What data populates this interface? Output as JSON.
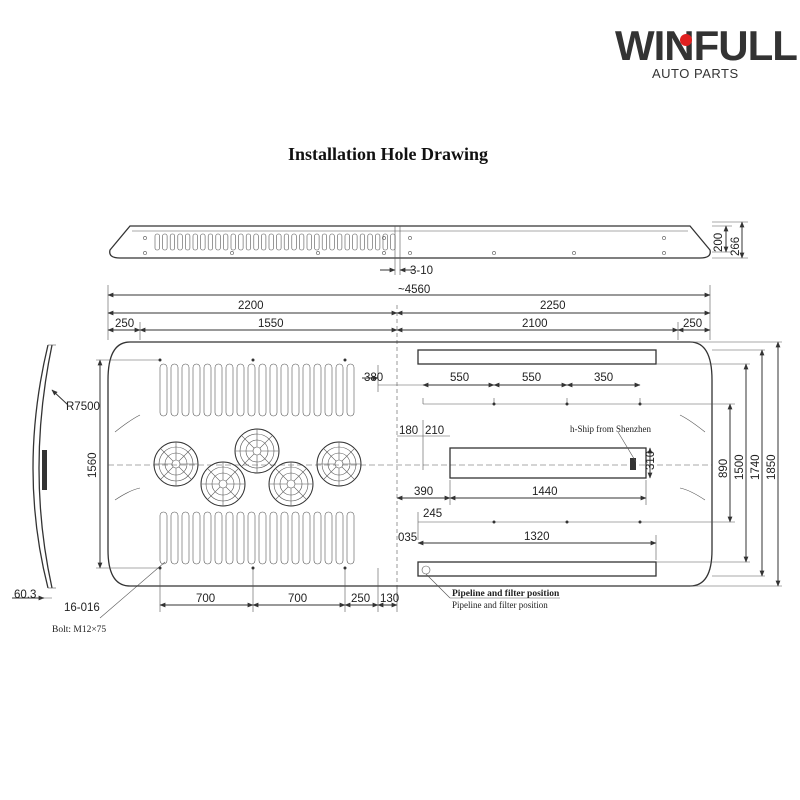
{
  "brand": {
    "logo_text": "WINFULL",
    "tagline": "AUTO PARTS",
    "accent_color": "#e02020"
  },
  "title": "Installation Hole Drawing",
  "dimensions": {
    "top_height_a": "200",
    "top_height_b": "266",
    "gap": "3-10",
    "overall_length": "~4560",
    "left_half": "2200",
    "right_half": "2250",
    "left_margin": "250",
    "left_span": "1550",
    "right_span": "2100",
    "right_margin": "250",
    "gap_380": "380",
    "hole_550_a": "550",
    "hole_550_b": "550",
    "hole_350": "350",
    "radius": "R7500",
    "width_1560": "1560",
    "off_180": "180",
    "off_210": "210",
    "slot_310": "310",
    "off_390": "390",
    "slot_1440": "1440",
    "off_245": "245",
    "off_035": "035",
    "slot_1320": "1320",
    "h_890": "890",
    "h_1500": "1500",
    "h_1740": "1740",
    "h_1850": "1850",
    "bot_700_a": "700",
    "bot_700_b": "700",
    "bot_250": "250",
    "bot_130": "130",
    "side_60_3": "60.3",
    "part_code": "16-016",
    "bolt": "Bolt: M12×75"
  },
  "notes": {
    "small_label": "h-Ship from Shenzhen",
    "pipeline_title": "Pipeline and filter position",
    "pipeline_sub": "Pipeline and filter position"
  }
}
